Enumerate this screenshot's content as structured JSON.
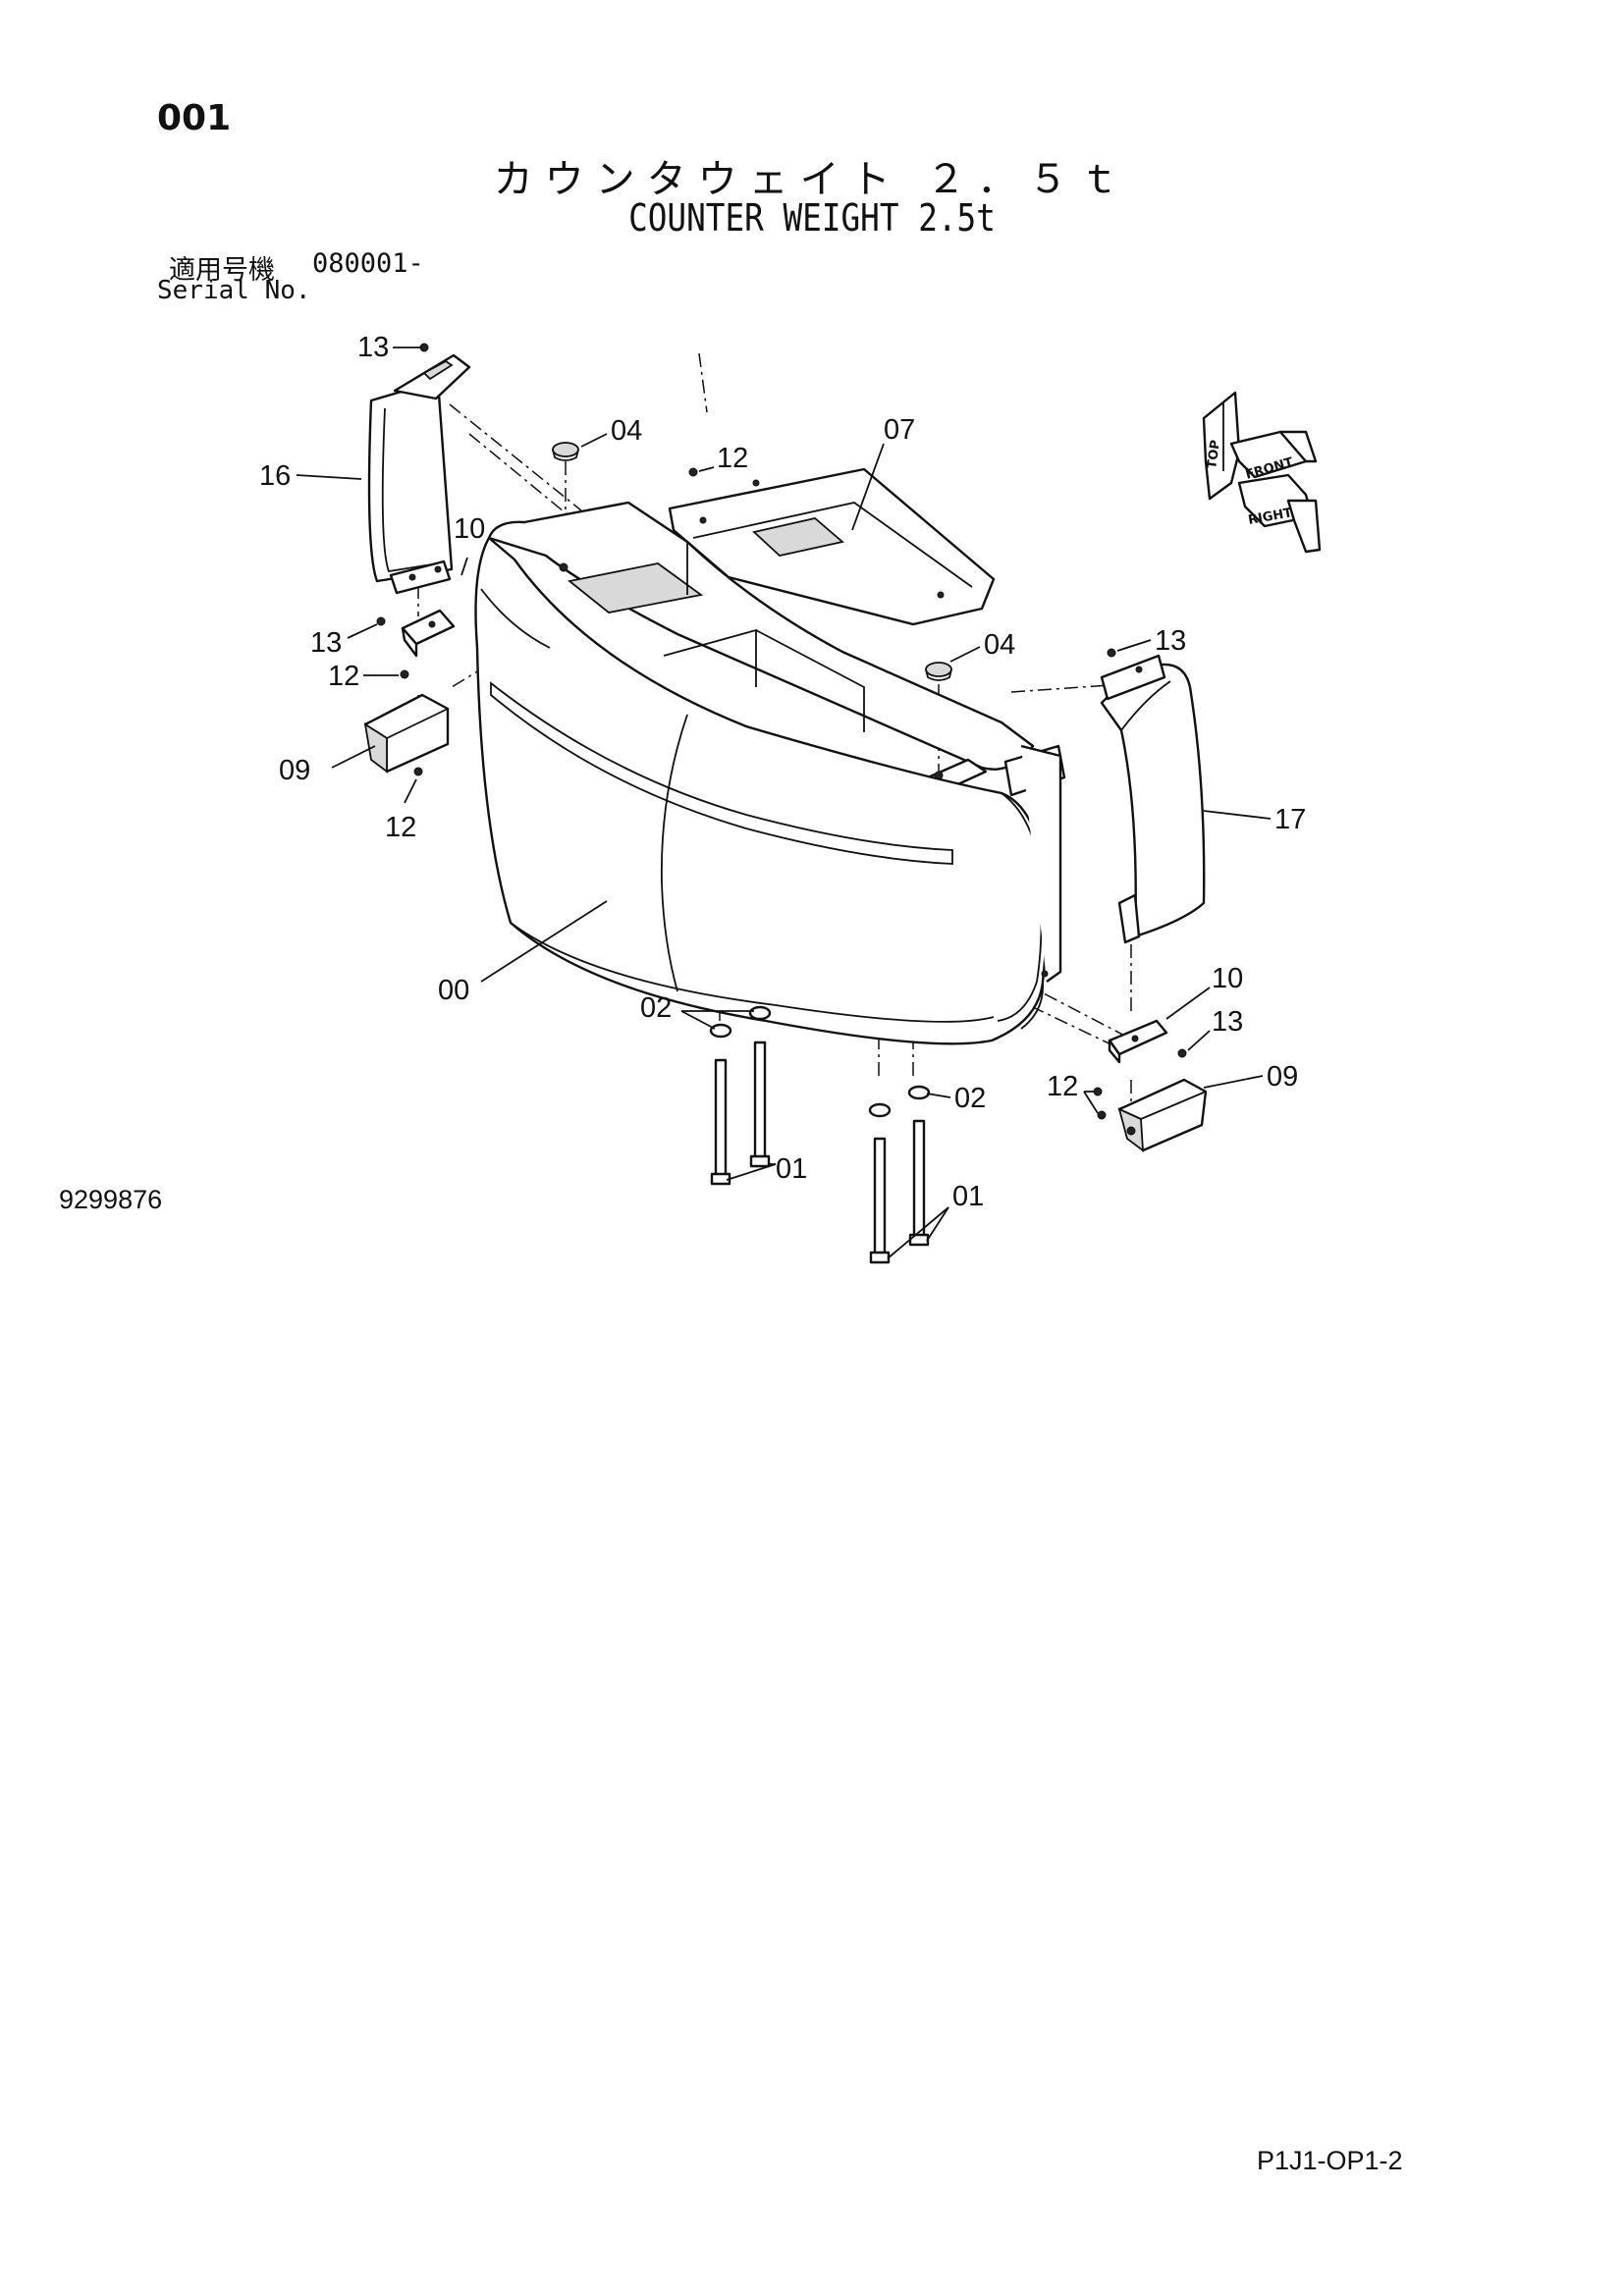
{
  "header": {
    "page_number": "001",
    "title_jp": "カウンタウェイト ２．５ｔ",
    "title_en": "COUNTER WEIGHT 2.5t",
    "serial_label_jp": "適用号機",
    "serial_range": "080001-",
    "serial_label_en": "Serial No."
  },
  "diagram": {
    "callouts": {
      "c13a": "13",
      "c16": "16",
      "c04a": "04",
      "c12a": "12",
      "c07": "07",
      "c10a": "10",
      "c13b": "13",
      "c12b": "12",
      "c09a": "09",
      "c12c": "12",
      "c04b": "04",
      "c13c": "13",
      "c17": "17",
      "c00": "00",
      "c02a": "02",
      "c10b": "10",
      "c13d": "13",
      "c09b": "09",
      "c12d": "12",
      "c02b": "02",
      "c01a": "01",
      "c01b": "01"
    },
    "orientation_labels": {
      "top": "TOP",
      "front": "FRONT",
      "right": "RIGHT"
    }
  },
  "footer": {
    "drawing_number": "9299876",
    "page_code": "P1J1-OP1-2"
  }
}
